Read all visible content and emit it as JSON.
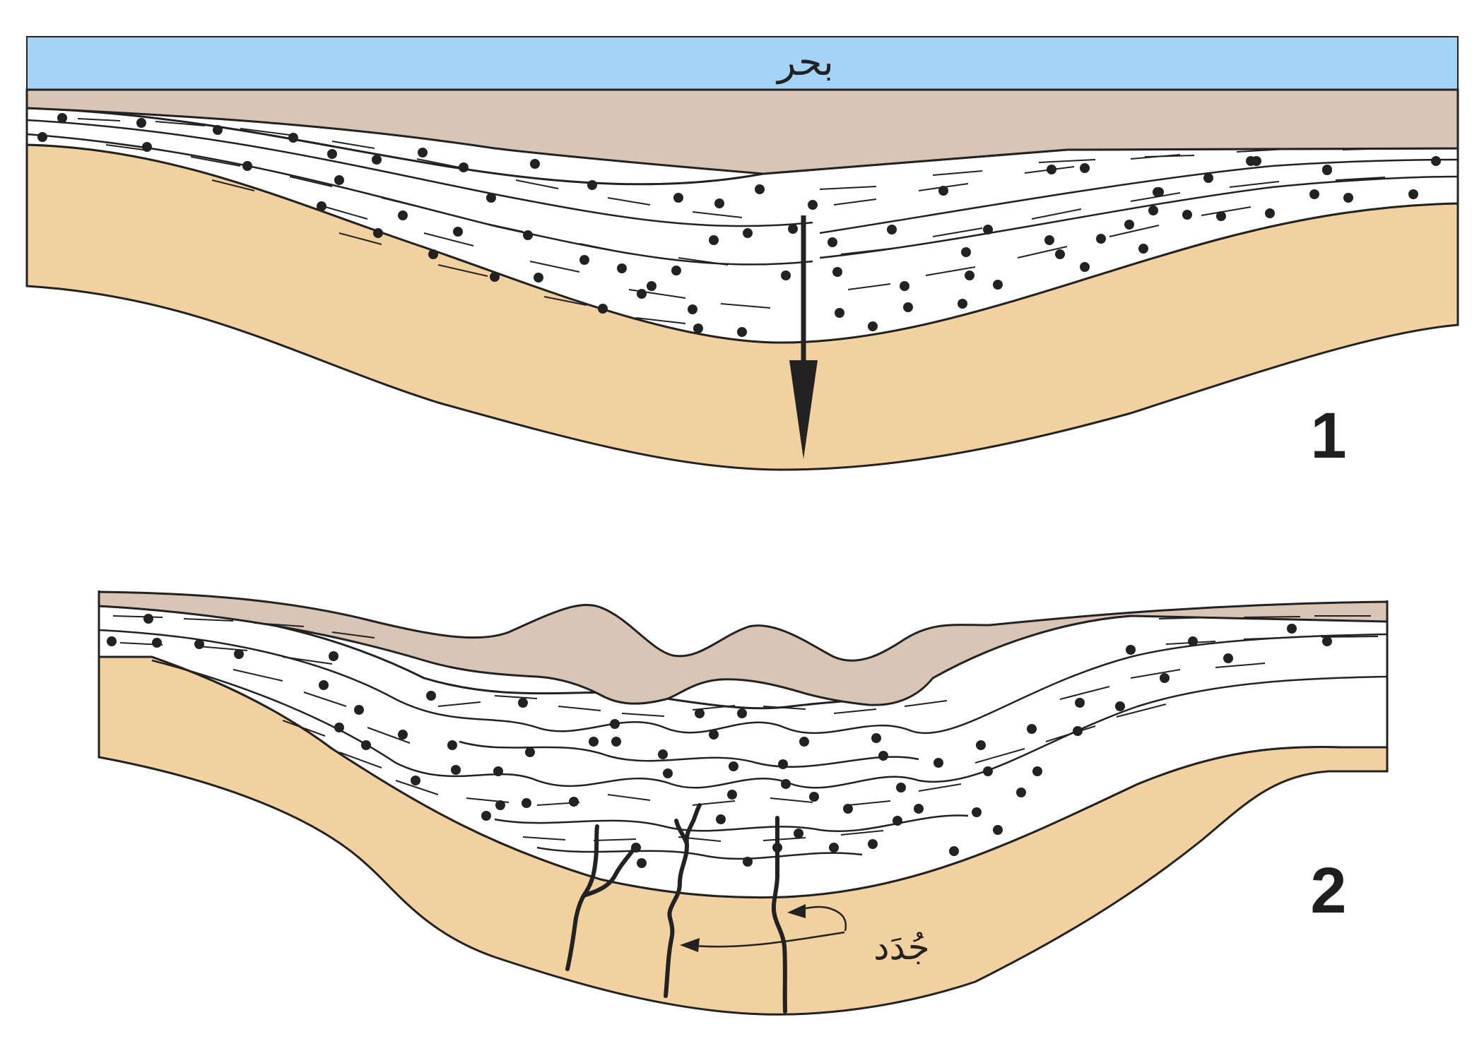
{
  "labels": {
    "sea": "بحر",
    "panel_1": "1",
    "panel_2": "2",
    "dykes": "جُدَد"
  },
  "colors": {
    "sea": "#a3d4f7",
    "clay": "#d9c5b6",
    "basement": "#f2d1a0",
    "sediment": "#ffffff",
    "line": "#222222"
  }
}
